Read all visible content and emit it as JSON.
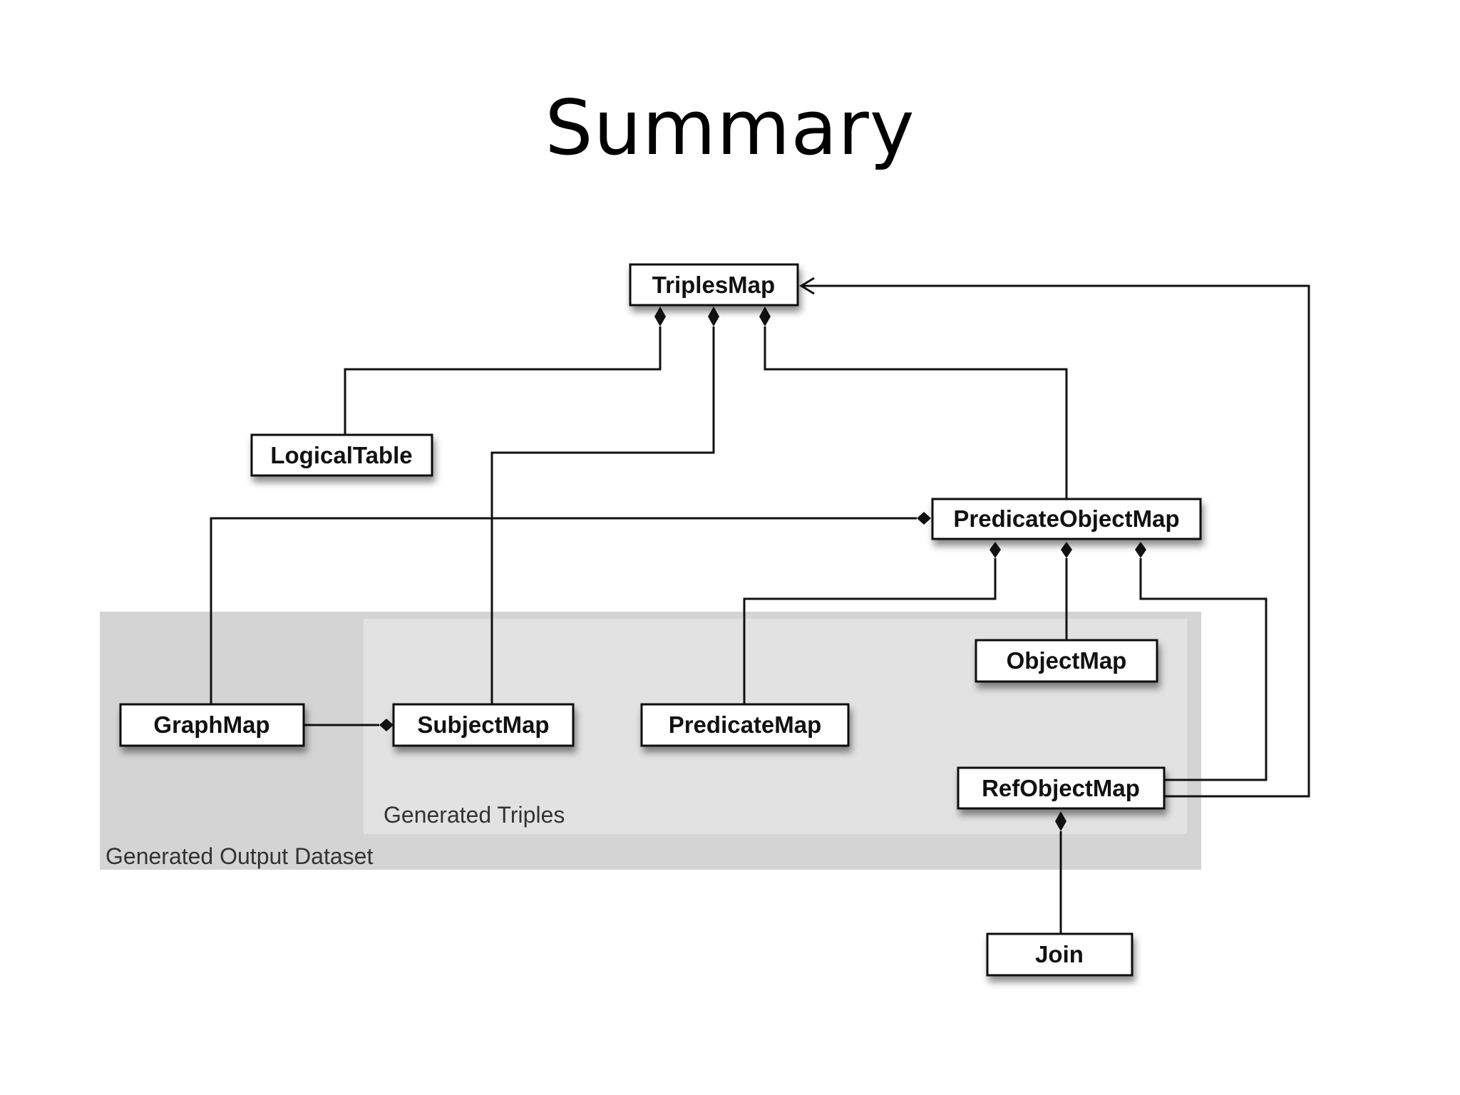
{
  "slide": {
    "title": "Summary"
  },
  "diagram": {
    "regions": {
      "output_dataset": "Generated Output Dataset",
      "triples": "Generated Triples"
    },
    "nodes": {
      "triples_map": "TriplesMap",
      "logical_table": "LogicalTable",
      "predicate_object_map": "PredicateObjectMap",
      "object_map": "ObjectMap",
      "graph_map": "GraphMap",
      "subject_map": "SubjectMap",
      "predicate_map": "PredicateMap",
      "ref_object_map": "RefObjectMap",
      "join": "Join"
    }
  }
}
